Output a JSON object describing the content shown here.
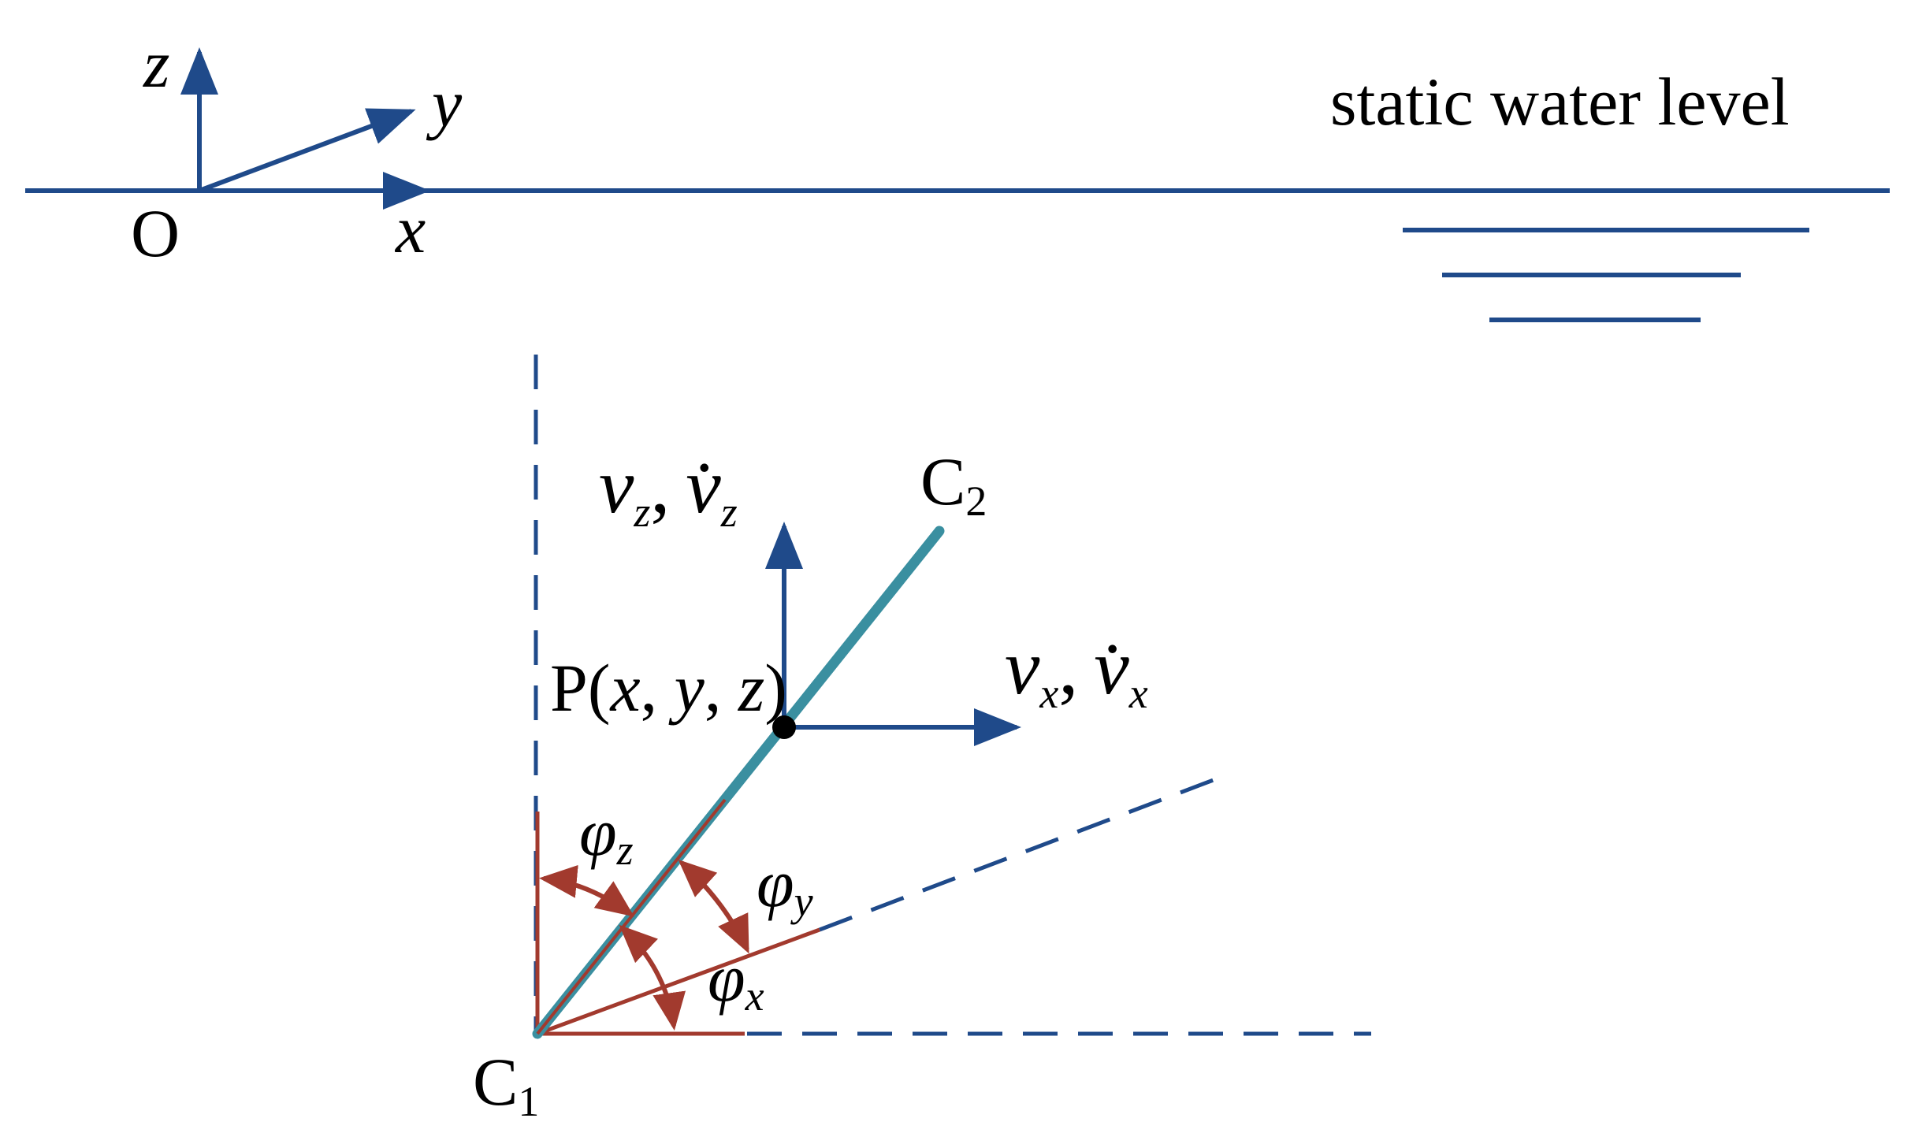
{
  "title": "static water level",
  "colors": {
    "axis": "#1f4a8a",
    "cable": "#3a8fa0",
    "angle": "#a23a2e",
    "point": "#000000"
  },
  "axes": {
    "origin": "O",
    "x": "x",
    "y": "y",
    "z": "z"
  },
  "points": {
    "c1": "C",
    "c1_sub": "1",
    "c2": "C",
    "c2_sub": "2",
    "p_prefix": "P(",
    "p_x": "x",
    "p_sep1": ", ",
    "p_y": "y",
    "p_sep2": ", ",
    "p_z": "z",
    "p_suffix": ")"
  },
  "velocity": {
    "vz_v": "v",
    "vz_sub": "z",
    "vz_comma": ",",
    "vz_dot": "v̇",
    "vz_dot_sub": "z",
    "vx_v": "v",
    "vx_sub": "x",
    "vx_comma": ",",
    "vx_dot": "v̇",
    "vx_dot_sub": "x"
  },
  "angles": {
    "phi": "φ",
    "z": "z",
    "y": "y",
    "x": "x"
  }
}
